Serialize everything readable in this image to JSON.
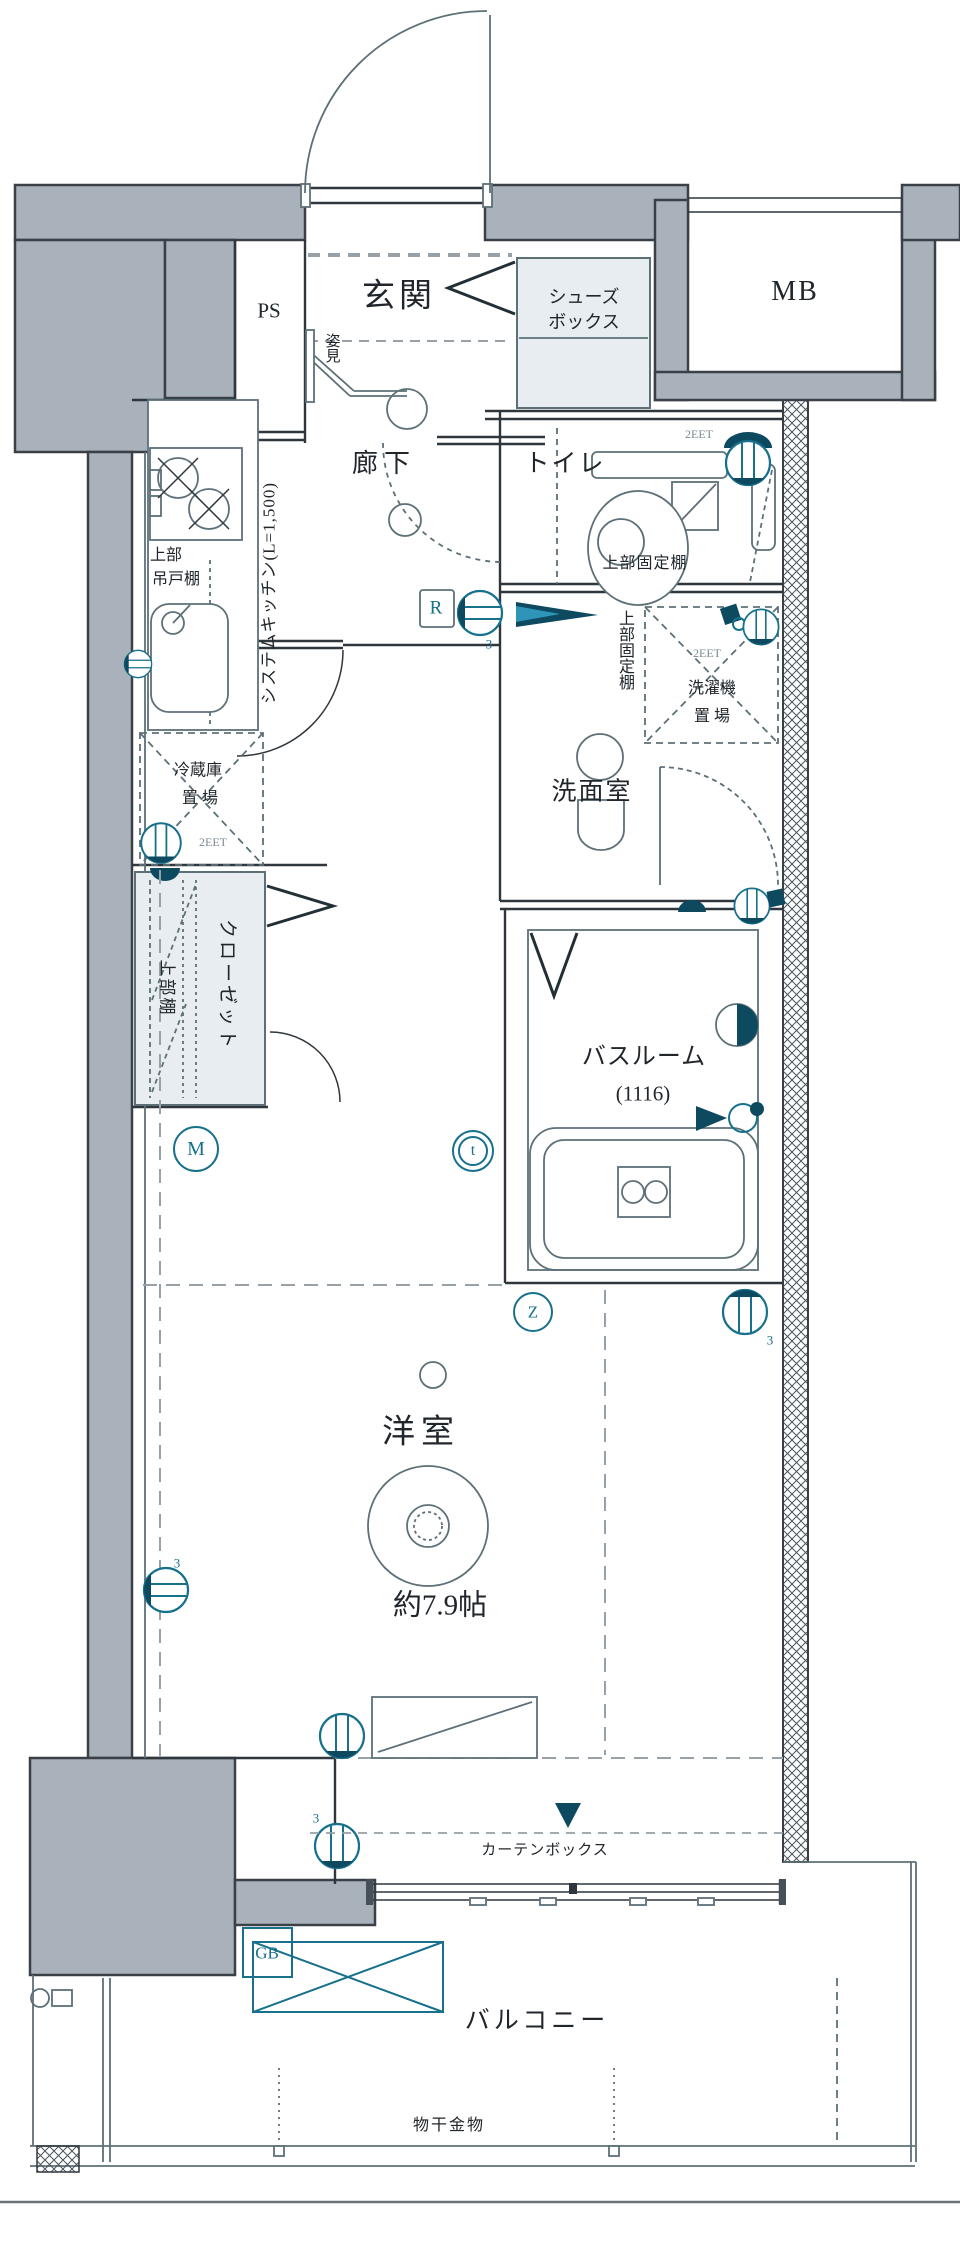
{
  "labels": {
    "ps": "PS",
    "entrance": "玄関",
    "mirror": "姿見",
    "shoe_box_line1": "シューズ",
    "shoe_box_line2": "ボックス",
    "mb": "MB",
    "hallway": "廊下",
    "toilet": "トイレ",
    "toilet_shelf": "上部固定棚",
    "stamp": "2EET",
    "kitchen_hood_line1": "上部",
    "kitchen_hood_line2": "吊戸棚",
    "system_kitchen": "システムキッチン(L=1,500)",
    "fridge_line1": "冷蔵庫",
    "fridge_line2": "置 場",
    "washroom_shelf": "上部固定棚",
    "washer_line1": "洗濯機",
    "washer_line2": "置 場",
    "washroom": "洗面室",
    "remote": "R",
    "closet": "クローゼット",
    "closet_shelf": "上部棚",
    "bathroom": "バスルーム",
    "bathroom_size": "(1116)",
    "western_room": "洋室",
    "western_room_size": "約7.9帖",
    "curtain_box": "カーテンボックス",
    "balcony": "バルコニー",
    "gb": "GB",
    "laundry": "物干金物",
    "marker_m": "M",
    "marker_t": "t",
    "marker_z": "Z",
    "num3": "3"
  },
  "colors": {
    "wall": "#a9b2bb",
    "wall_line": "#3a4046",
    "ink": "#2f363c",
    "line": "#5d7078",
    "teal": "#17708c",
    "teal_dark": "#0d4a5f",
    "light_fill": "#e8edf1",
    "text": "#20262b",
    "dash_gray": "#98a1a8"
  }
}
